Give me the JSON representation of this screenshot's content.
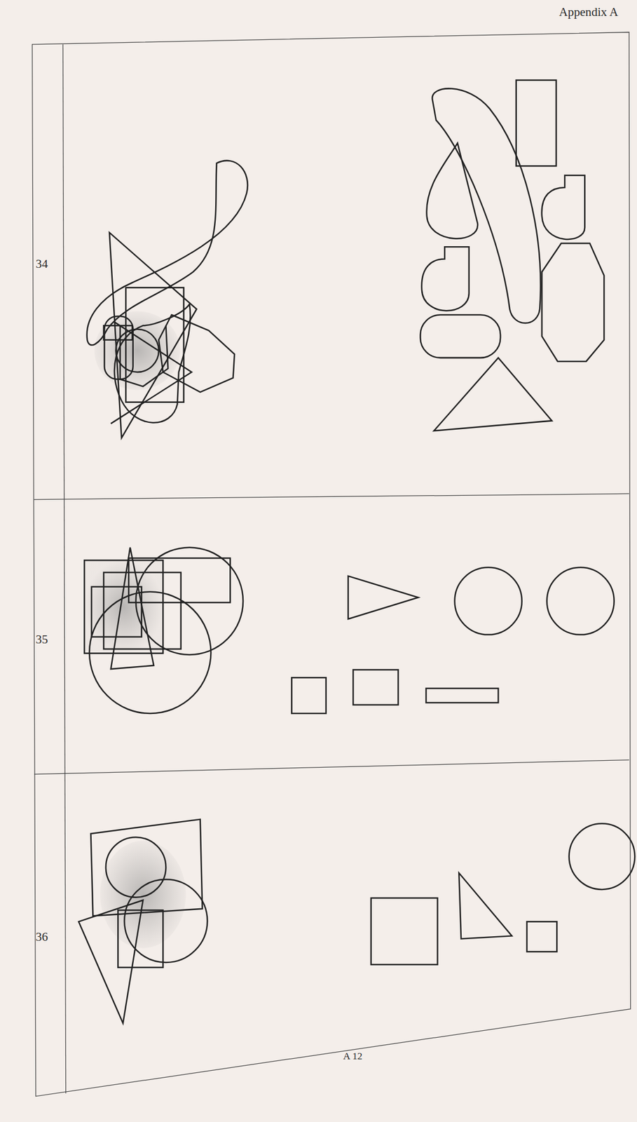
{
  "diagram": {
    "labels": [
      "Appendix A",
      "34",
      "35",
      "36",
      "A 12"
    ]
  }
}
